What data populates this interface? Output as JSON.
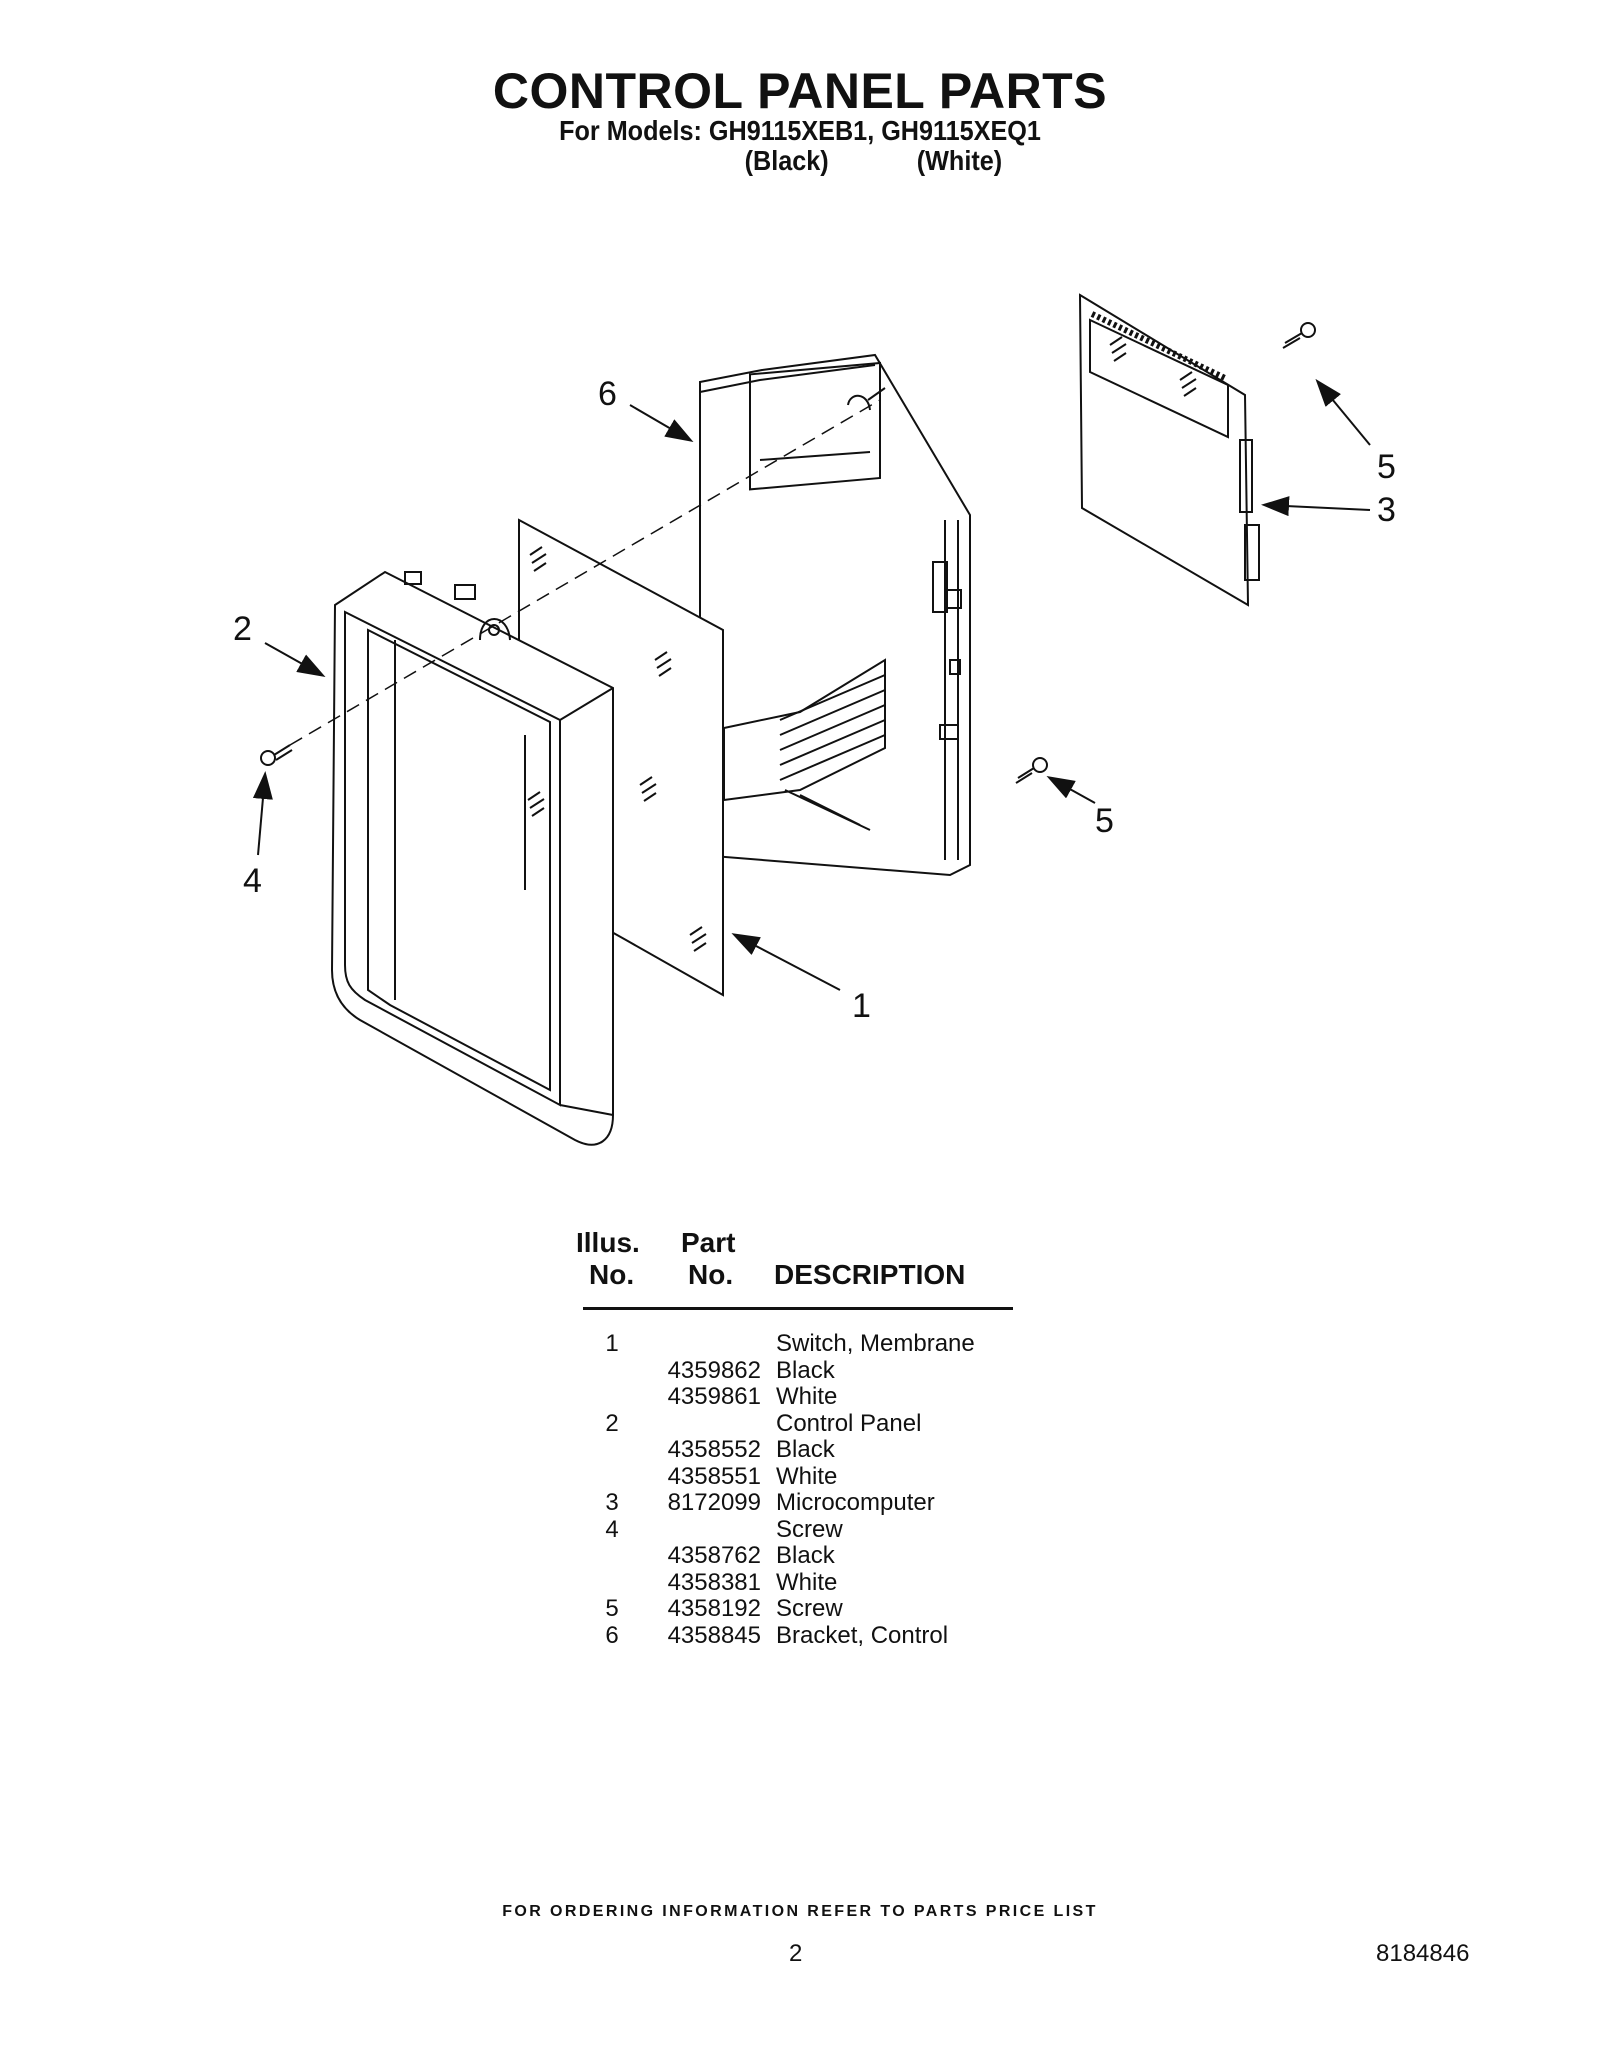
{
  "header": {
    "title": "CONTROL PANEL PARTS",
    "models_line": "For Models: GH9115XEB1, GH9115XEQ1",
    "color_black": "(Black)",
    "color_white": "(White)"
  },
  "diagram": {
    "callouts": [
      "6",
      "2",
      "4",
      "5",
      "3",
      "5",
      "1"
    ]
  },
  "table": {
    "header": {
      "illus_top": "Illus.",
      "illus_bottom": "No.",
      "part_top": "Part",
      "part_bottom": "No.",
      "description": "DESCRIPTION"
    },
    "rows": [
      {
        "illus": "1",
        "part": "",
        "desc": "Switch, Membrane"
      },
      {
        "illus": "",
        "part": "4359862",
        "desc": "Black"
      },
      {
        "illus": "",
        "part": "4359861",
        "desc": "White"
      },
      {
        "illus": "2",
        "part": "",
        "desc": "Control Panel"
      },
      {
        "illus": "",
        "part": "4358552",
        "desc": "Black"
      },
      {
        "illus": "",
        "part": "4358551",
        "desc": "White"
      },
      {
        "illus": "3",
        "part": "8172099",
        "desc": "Microcomputer"
      },
      {
        "illus": "4",
        "part": "",
        "desc": "Screw"
      },
      {
        "illus": "",
        "part": "4358762",
        "desc": "Black"
      },
      {
        "illus": "",
        "part": "4358381",
        "desc": "White"
      },
      {
        "illus": "5",
        "part": "4358192",
        "desc": "Screw"
      },
      {
        "illus": "6",
        "part": "4358845",
        "desc": "Bracket, Control"
      }
    ]
  },
  "footer": {
    "ordering_note": "FOR ORDERING INFORMATION REFER TO PARTS PRICE LIST",
    "page_number": "2",
    "document_number": "8184846"
  }
}
